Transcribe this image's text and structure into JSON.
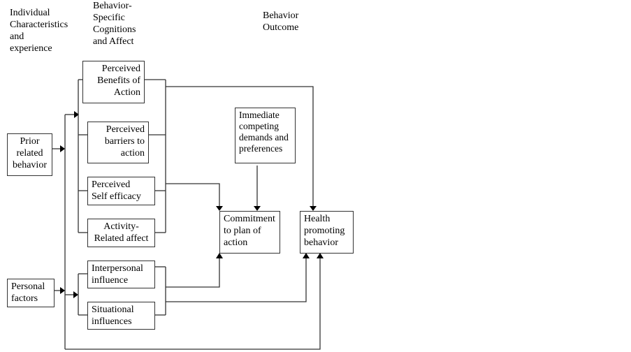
{
  "headers": {
    "individual": "Individual\nCharacteristics\nand\nexperience",
    "cognitions": "Behavior-\nSpecific\nCognitions\nand Affect",
    "outcome": "Behavior\nOutcome"
  },
  "boxes": {
    "prior_behavior": "Prior\nrelated\nbehavior",
    "personal_factors": "Personal\nfactors",
    "perceived_benefits": "Perceived\nBenefits of\nAction",
    "perceived_barriers": "Perceived\nbarriers to\naction",
    "self_efficacy": "Perceived\nSelf efficacy",
    "activity_affect": "Activity-\nRelated affect",
    "interpersonal": "Interpersonal\ninfluence",
    "situational": "Situational\ninfluences",
    "competing_demands": "Immediate\ncompeting\ndemands and\npreferences",
    "commitment": "Commitment\nto plan of\naction",
    "health_behavior": "Health\npromoting\nbehavior"
  }
}
